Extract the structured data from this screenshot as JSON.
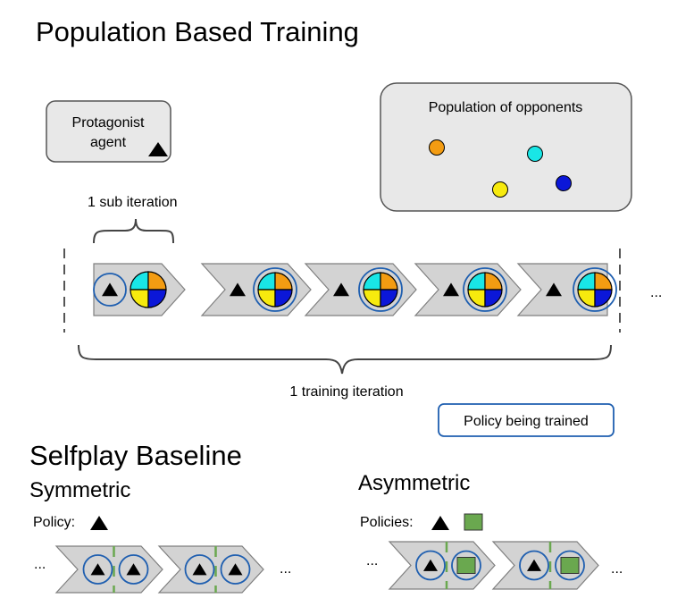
{
  "title": "Population Based Training",
  "protagonist": {
    "line1": "Protagonist",
    "line2": "agent"
  },
  "population": {
    "label": "Population of opponents",
    "opponents": [
      {
        "name": "orange-opponent",
        "color": "#f39c12"
      },
      {
        "name": "cyan-opponent",
        "color": "#19e6e6"
      },
      {
        "name": "yellow-opponent",
        "color": "#f7ea0e"
      },
      {
        "name": "blue-opponent",
        "color": "#0b17d8"
      }
    ]
  },
  "sub_iteration_label": "1 sub iteration",
  "training_iteration_label": "1 training iteration",
  "ellipsis": "...",
  "legend": {
    "policy_being_trained": "Policy being trained"
  },
  "selfplay": {
    "title": "Selfplay Baseline",
    "symmetric": {
      "title": "Symmetric",
      "policy_label": "Policy:"
    },
    "asymmetric": {
      "title": "Asymmetric",
      "policies_label": "Policies:"
    }
  },
  "colors": {
    "chevron_fill": "#d3d3d3",
    "chevron_stroke": "#7f7f7f",
    "highlight_circle": "#1f5fb0",
    "green_box": "#6aa84f",
    "green_line": "#6aa84f",
    "box_fill": "#e8e8e8"
  }
}
